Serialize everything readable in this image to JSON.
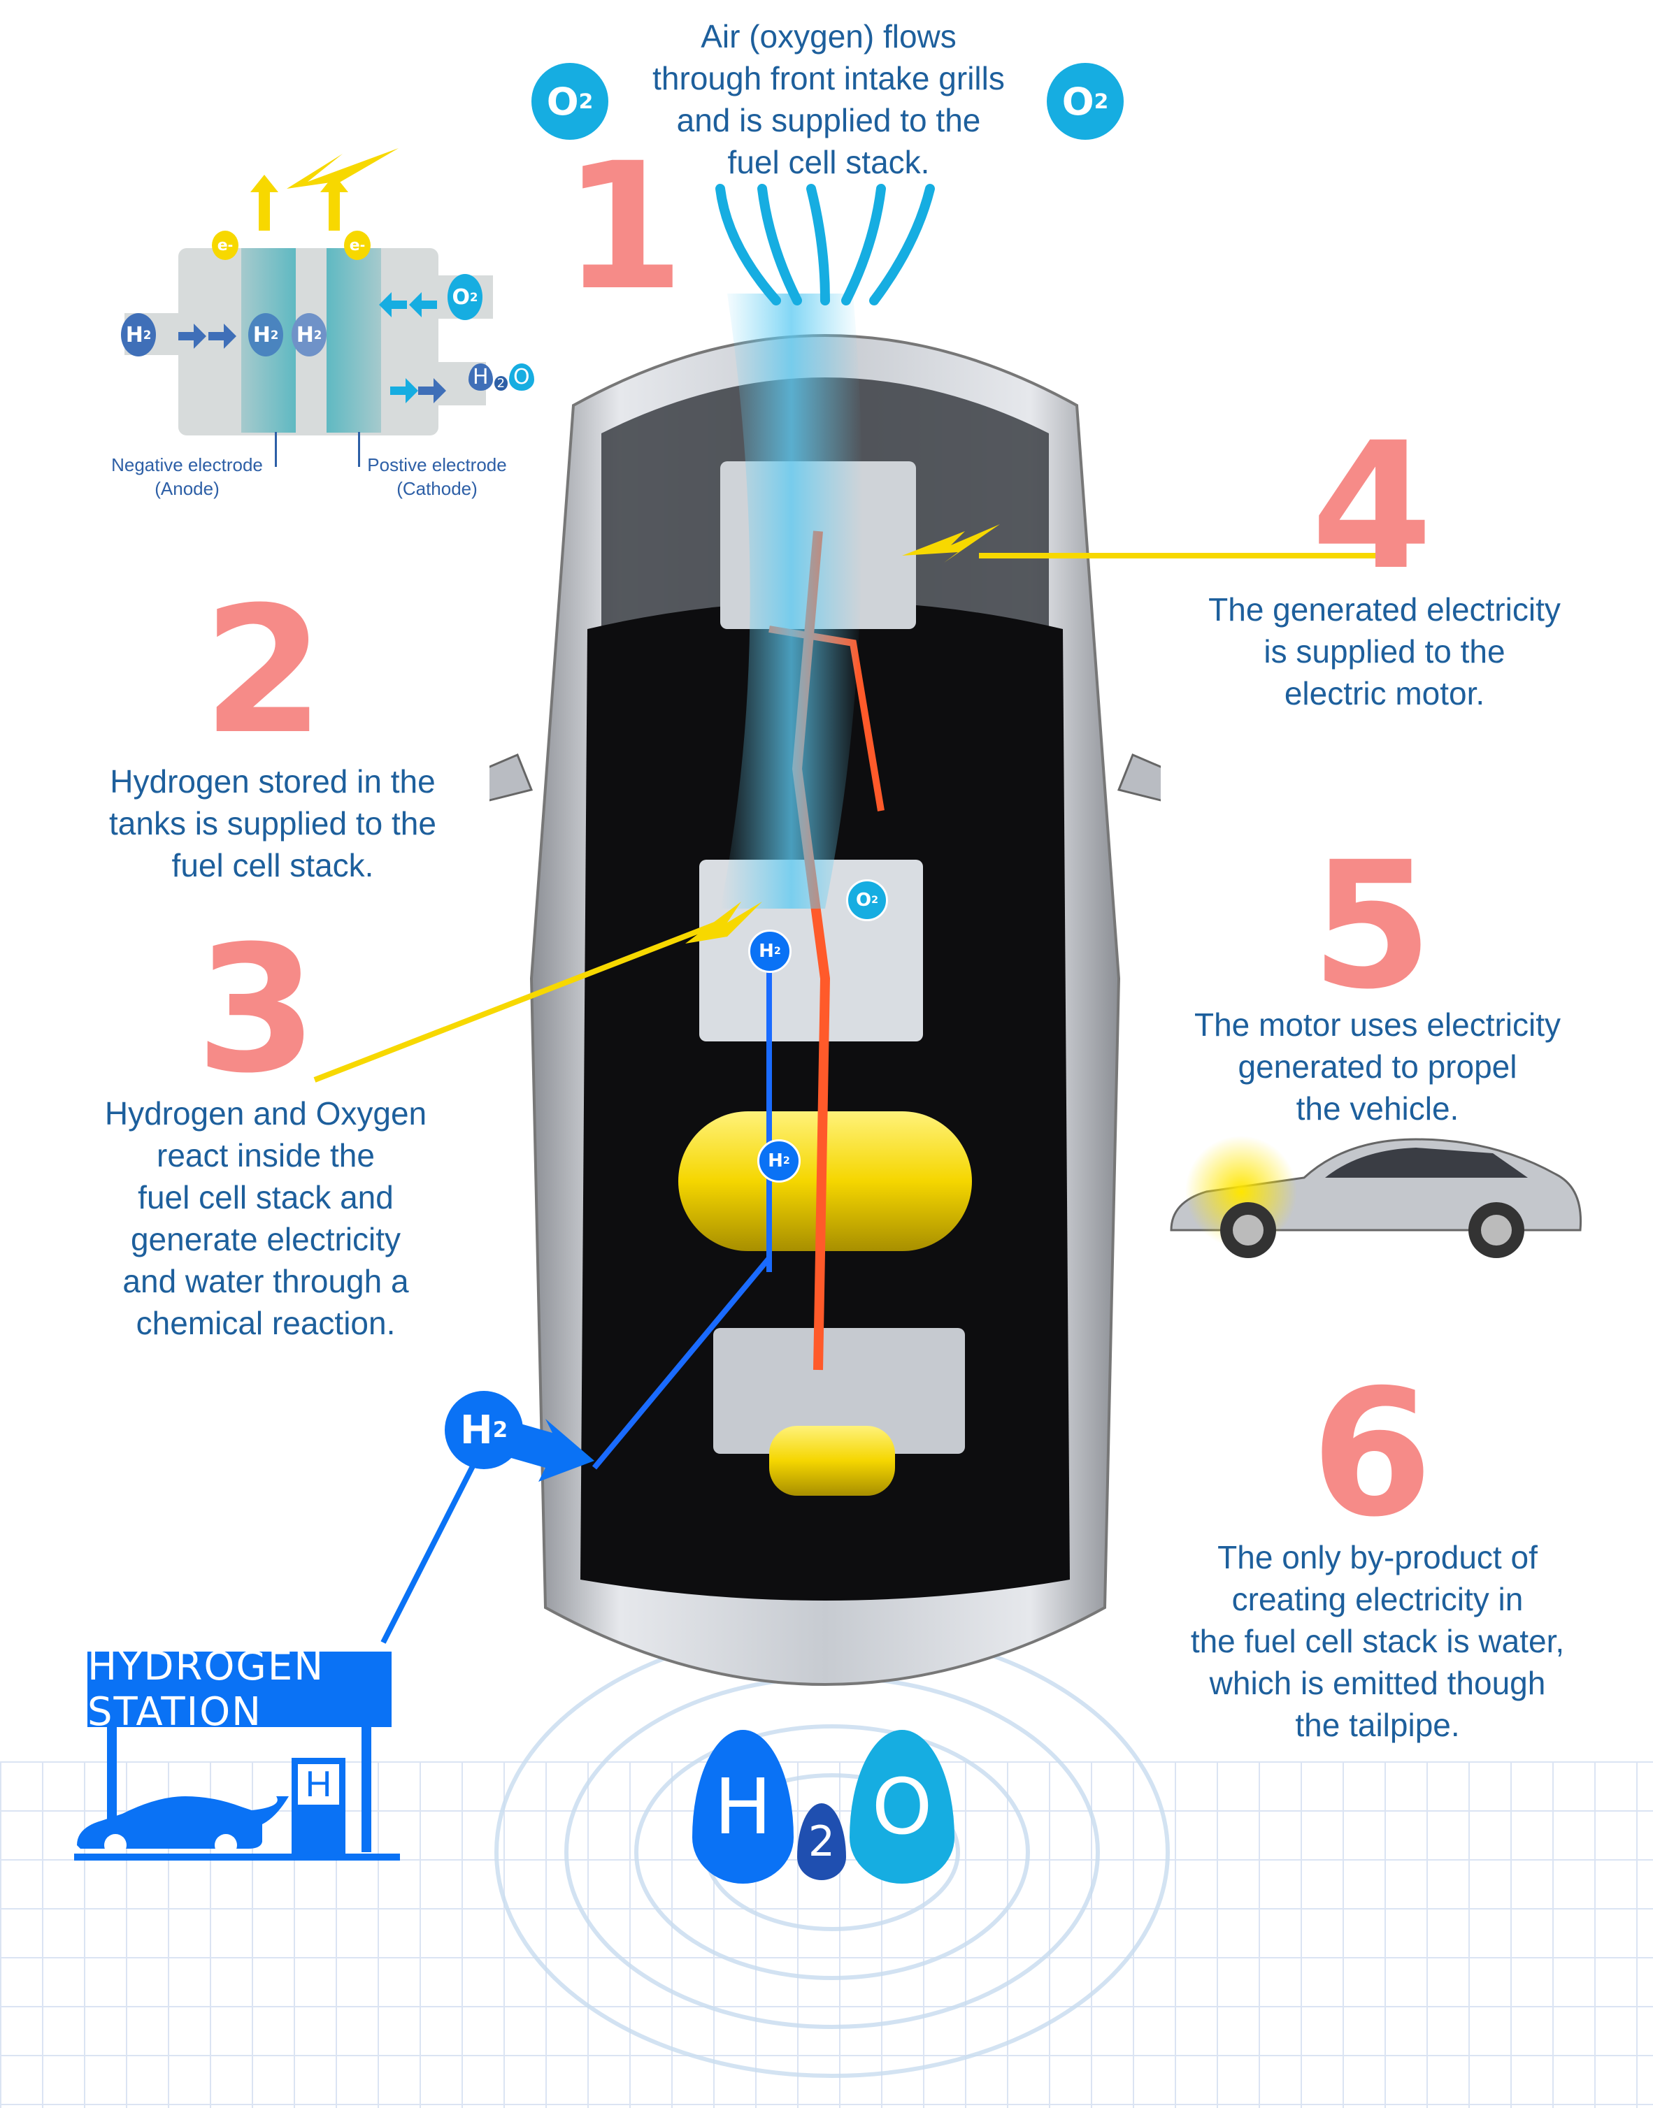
{
  "step1": {
    "number": "1",
    "lines": [
      "Air (oxygen) flows",
      "through front intake grills",
      "and is supplied to the",
      "fuel cell stack."
    ]
  },
  "step2": {
    "number": "2",
    "lines": [
      "Hydrogen stored in the",
      "tanks is supplied to the",
      "fuel cell stack."
    ]
  },
  "step3": {
    "number": "3",
    "lines": [
      "Hydrogen and Oxygen",
      "react inside the",
      "fuel cell stack and",
      "generate electricity",
      "and water through a",
      "chemical reaction."
    ]
  },
  "step4": {
    "number": "4",
    "lines": [
      "The generated electricity",
      "is supplied to the",
      "electric motor."
    ]
  },
  "step5": {
    "number": "5",
    "lines": [
      "The motor uses electricity",
      "generated to propel",
      "the vehicle."
    ]
  },
  "step6": {
    "number": "6",
    "lines": [
      "The only by-product of",
      "creating electricity in",
      "the fuel cell stack is water,",
      "which is emitted though",
      "the tailpipe."
    ]
  },
  "molecules": {
    "o2": "O",
    "h2": "H",
    "sub": "2",
    "electron": "e",
    "h2o_h": "H",
    "h2o_2": "2",
    "h2o_o": "O"
  },
  "diagram": {
    "anode_label": [
      "Negative electrode",
      "(Anode)"
    ],
    "cathode_label": [
      "Postive electrode",
      "(Cathode)"
    ]
  },
  "station": {
    "sign": "HYDROGEN STATION",
    "pump_letter": "H"
  },
  "colors": {
    "pink": "#f68b88",
    "text_blue": "#1d5f9c",
    "o2_cyan": "#16ade1",
    "h2_blue": "#3f6fb8",
    "station_blue": "#0a72f5",
    "yellow": "#f7d800"
  }
}
